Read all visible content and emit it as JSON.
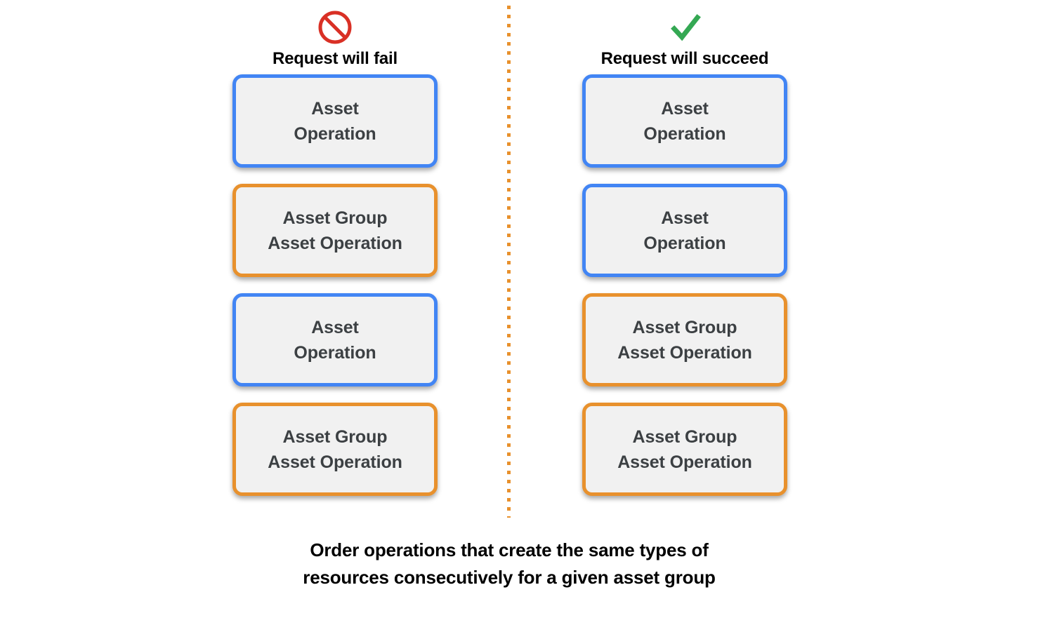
{
  "diagram": {
    "caption": "Order operations that create the same types of\nresources consecutively for a given asset group",
    "divider_color": "#e8912d",
    "columns": [
      {
        "id": "fail",
        "icon": "prohibited-icon",
        "icon_color": "#d93025",
        "title": "Request will fail",
        "boxes": [
          {
            "label": "Asset\nOperation",
            "variant": "blue",
            "color": "#4285f4"
          },
          {
            "label": "Asset Group\nAsset Operation",
            "variant": "orange",
            "color": "#e8912d"
          },
          {
            "label": "Asset\nOperation",
            "variant": "blue",
            "color": "#4285f4"
          },
          {
            "label": "Asset Group\nAsset Operation",
            "variant": "orange",
            "color": "#e8912d"
          }
        ]
      },
      {
        "id": "succeed",
        "icon": "check-icon",
        "icon_color": "#34a853",
        "title": "Request will succeed",
        "boxes": [
          {
            "label": "Asset\nOperation",
            "variant": "blue",
            "color": "#4285f4"
          },
          {
            "label": "Asset\nOperation",
            "variant": "blue",
            "color": "#4285f4"
          },
          {
            "label": "Asset Group\nAsset Operation",
            "variant": "orange",
            "color": "#e8912d"
          },
          {
            "label": "Asset Group\nAsset Operation",
            "variant": "orange",
            "color": "#e8912d"
          }
        ]
      }
    ]
  }
}
